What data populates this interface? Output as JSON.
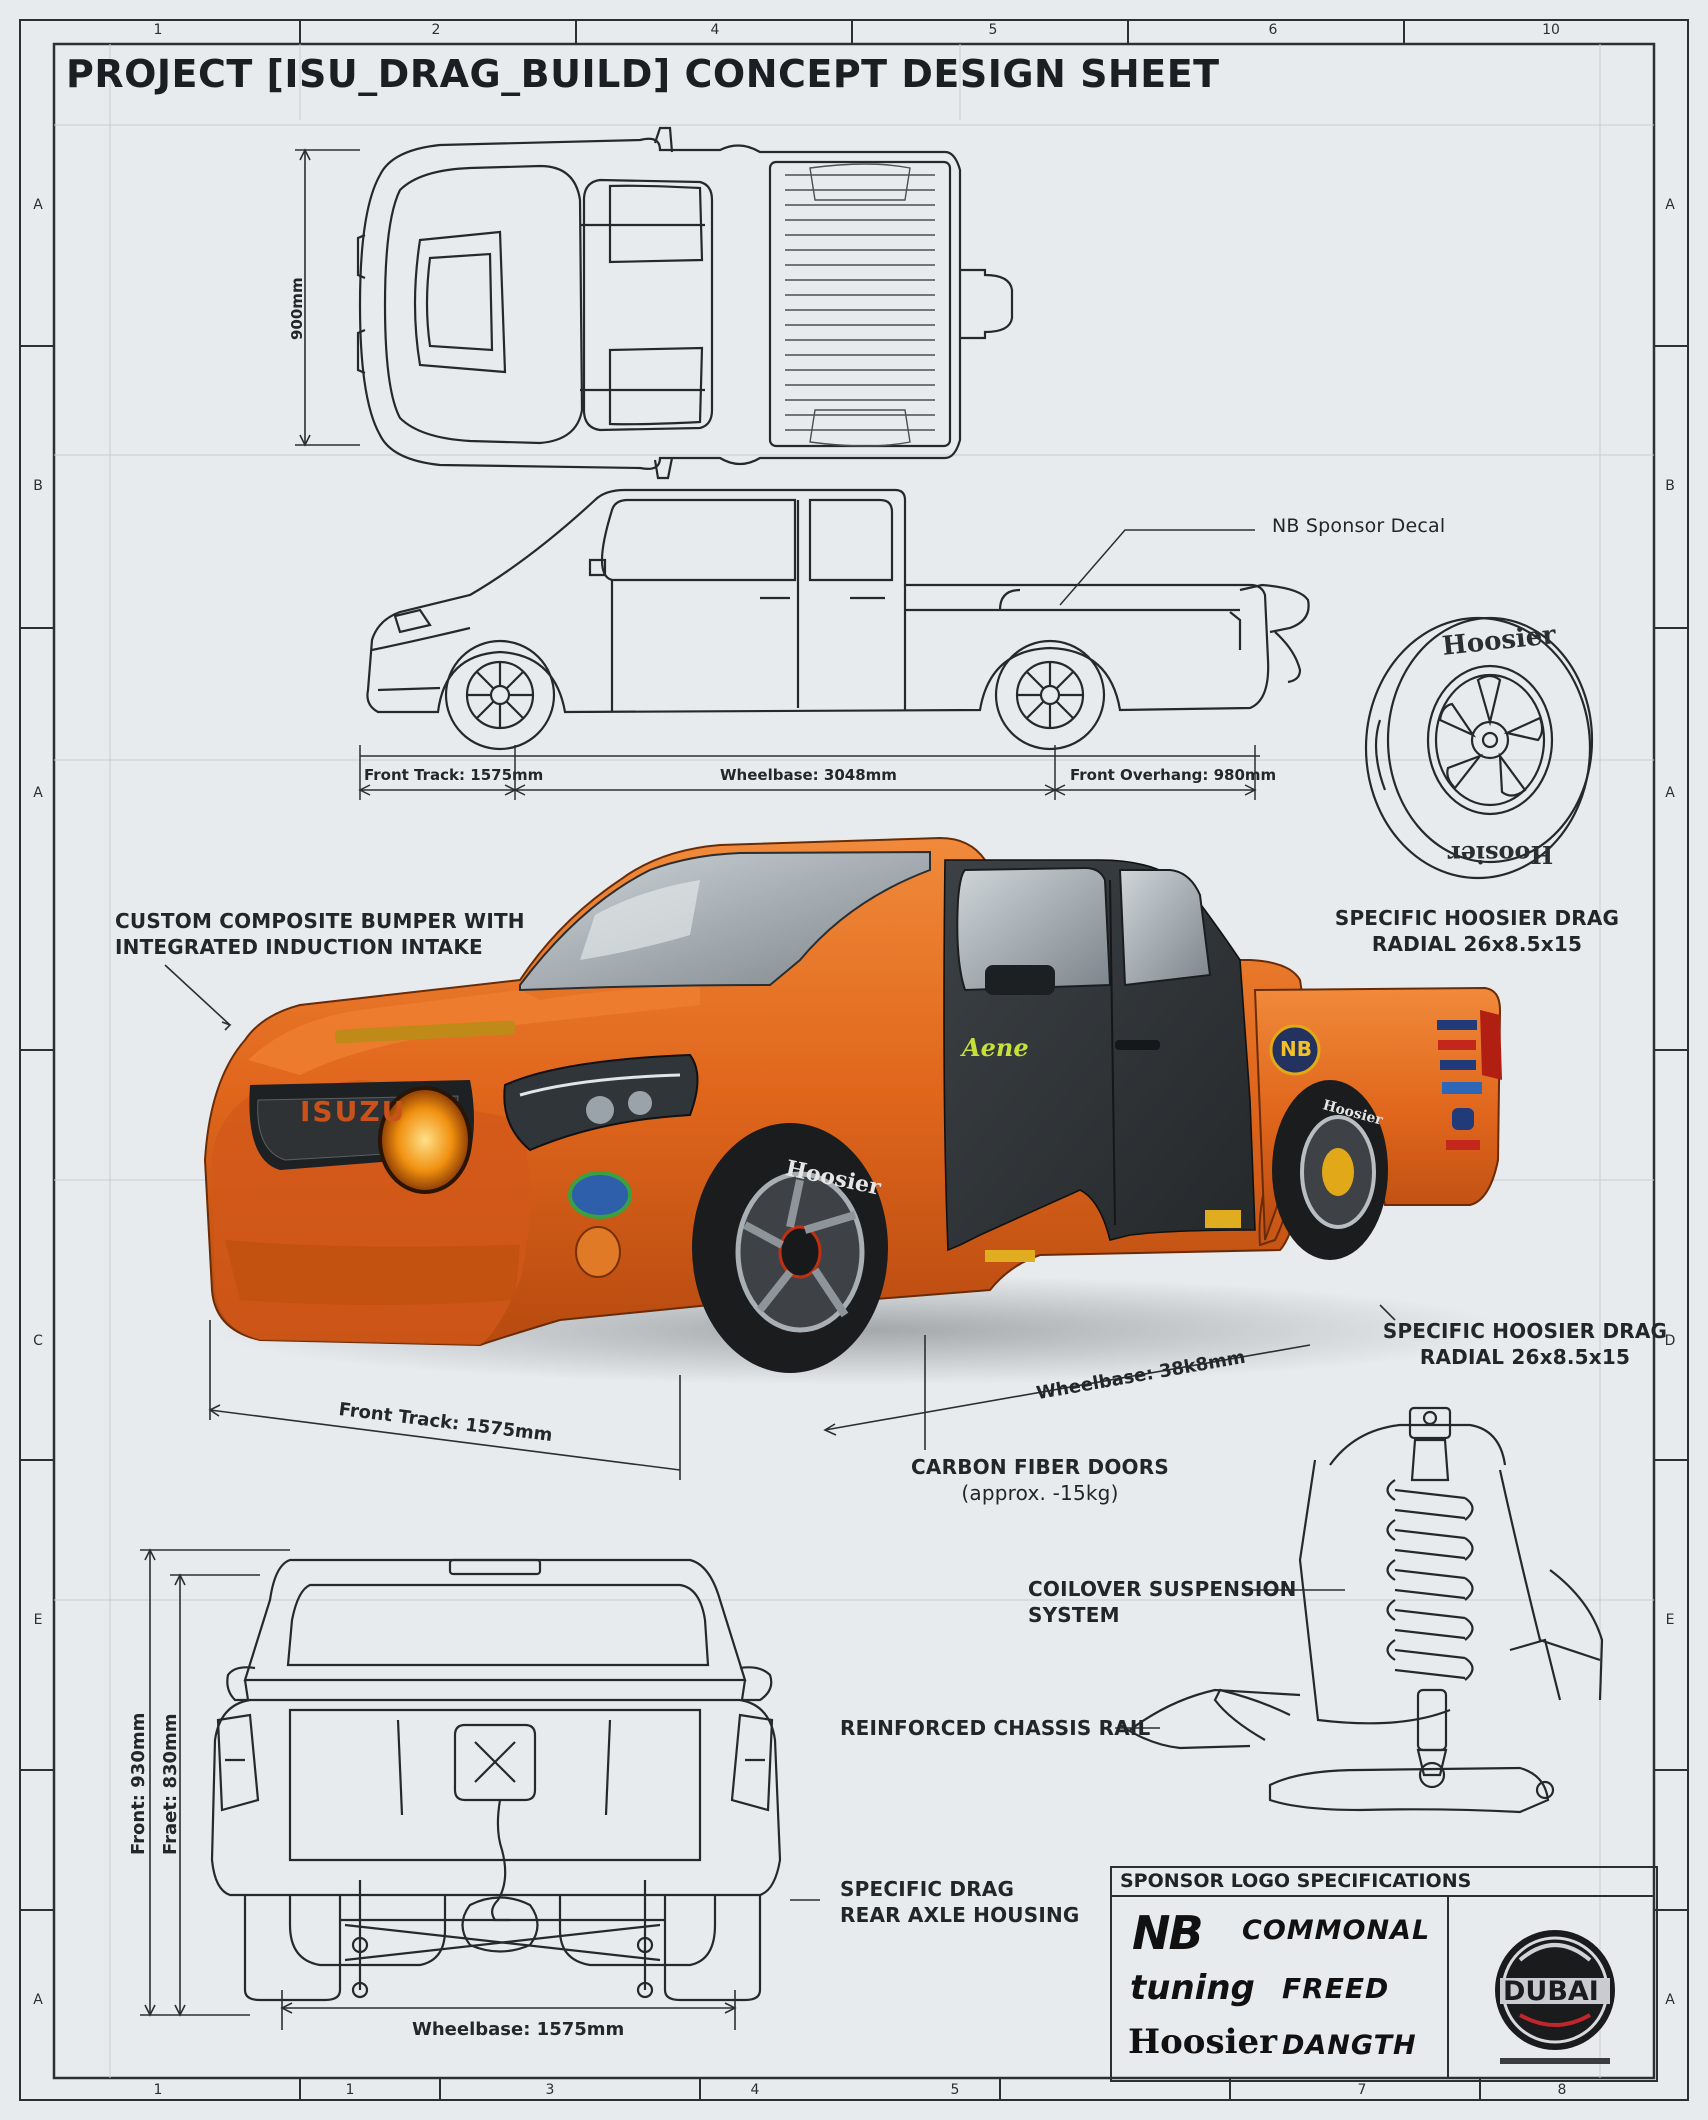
{
  "title": "PROJECT [ISU_DRAG_BUILD] CONCEPT DESIGN SHEET",
  "border": {
    "top_numbers": [
      "1",
      "2",
      "4",
      "5",
      "6",
      "10"
    ],
    "bottom_numbers": [
      "1",
      "1",
      "3",
      "4",
      "5",
      "7",
      "8"
    ],
    "left_letters": [
      "A",
      "B",
      "A",
      "C",
      "E",
      "A"
    ],
    "right_letters": [
      "A",
      "B",
      "A",
      "D",
      "E",
      "A"
    ]
  },
  "top_view": {
    "width_dim": "900mm"
  },
  "side_view": {
    "sponsor_callout": "NB Sponsor Decal",
    "front_track": "Front Track: 1575mm",
    "wheelbase": "Wheelbase: 3048mm",
    "front_overhang": "Front Overhang: 980mm"
  },
  "tire_detail": {
    "brand_top": "Hoosier",
    "brand_bottom": "Hoosier",
    "callout_line1": "SPECIFIC HOOSIER DRAG",
    "callout_line2": "RADIAL 26x8.5x15"
  },
  "render_view": {
    "bumper_callout_line1": "CUSTOM COMPOSITE BUMPER WITH",
    "bumper_callout_line2": "INTEGRATED INDUCTION INTAKE",
    "tire_callout_line1": "SPECIFIC HOOSIER DRAG",
    "tire_callout_line2": "RADIAL 26x8.5x15",
    "front_track": "Front Track: 1575mm",
    "wheelbase": "Wheelbase: 38k8mm",
    "doors_callout_line1": "CARBON FIBER DOORS",
    "doors_callout_line2": "(approx. -15kg)",
    "grille_badge": "ISUZU",
    "door_script": "Aene",
    "nb_badge": "NB",
    "front_tire_text": "Hoosier",
    "rear_tire_text": "Hoosier",
    "colors": {
      "body": "#e0661c",
      "doors": "#2f3336",
      "accent": "#f2a51a"
    }
  },
  "rear_view": {
    "front_dim": "Front: 930mm",
    "rear_dim": "Fraet: 830mm",
    "wheelbase": "Wheelbase: 1575mm",
    "axle_callout_line1": "SPECIFIC DRAG",
    "axle_callout_line2": "REAR AXLE HOUSING"
  },
  "suspension": {
    "coilover_line1": "COILOVER SUSPENSION",
    "coilover_line2": "SYSTEM",
    "chassis_rail": "REINFORCED CHASSIS RAIL"
  },
  "sponsors": {
    "title": "SPONSOR LOGO SPECIFICATIONS",
    "logos": [
      "NB",
      "COMMONAL",
      "tuning",
      "FREED",
      "Hoosier",
      "DANGTH"
    ],
    "badge": "DUBAI"
  }
}
